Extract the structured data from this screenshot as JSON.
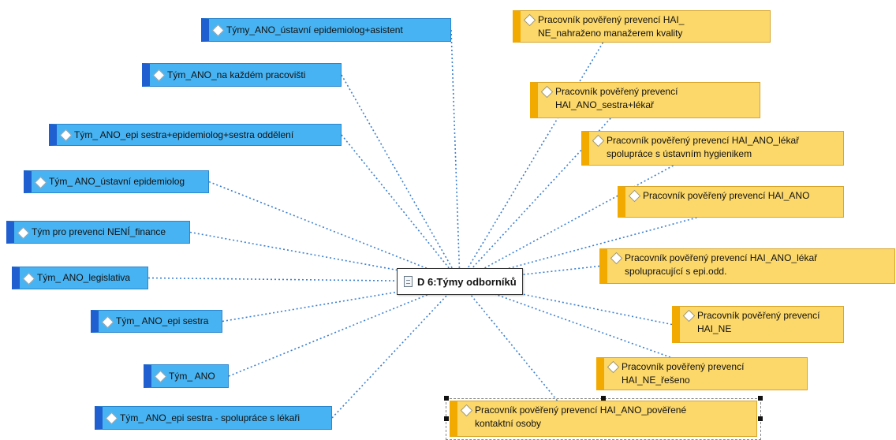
{
  "hub": {
    "label": "D 6:Týmy odborníků",
    "icon": "document-icon"
  },
  "left_nodes": [
    {
      "label": "Týmy_ANO_ústavní epidemiolog+asistent"
    },
    {
      "label": "Tým_ANO_na každém pracovišti"
    },
    {
      "label": "Tým_ ANO_epi sestra+epidemiolog+sestra oddělení"
    },
    {
      "label": "Tým_ ANO_ústavní epidemiolog"
    },
    {
      "label": "Tým pro prevenci NENÍ_finance"
    },
    {
      "label": "Tým_ ANO_legislativa"
    },
    {
      "label": "Tým_ ANO_epi sestra"
    },
    {
      "label": "Tým_ ANO"
    },
    {
      "label": "Tým_ ANO_epi sestra - spolupráce s lékaři"
    }
  ],
  "right_nodes": [
    {
      "label": "Pracovník pověřený prevencí HAI_\nNE_nahraženo manažerem kvality"
    },
    {
      "label": "Pracovník pověřený prevencí\nHAI_ANO_sestra+lékař"
    },
    {
      "label": "Pracovník pověřený prevencí HAI_ANO_lékař\nspolupráce s ústavním hygienikem"
    },
    {
      "label": "Pracovník pověřený prevencí HAI_ANO"
    },
    {
      "label": "Pracovník pověřený prevencí HAI_ANO_lékař\nspolupracující s epi.odd."
    },
    {
      "label": "Pracovník pověřený prevencí\nHAI_NE"
    },
    {
      "label": "Pracovník pověřený prevencí\nHAI_NE_řešeno"
    },
    {
      "label": "Pracovník pověřený prevencí HAI_ANO_pověřené\nkontaktní osoby"
    }
  ],
  "colors": {
    "left_fill": "#47b3f2",
    "left_accent": "#1f5fd0",
    "right_fill": "#fcd86a",
    "right_accent": "#f2aa00",
    "link": "#3b7fd0"
  },
  "code_icon": "code-diamond-icon",
  "selected_node": "right_nodes.7"
}
